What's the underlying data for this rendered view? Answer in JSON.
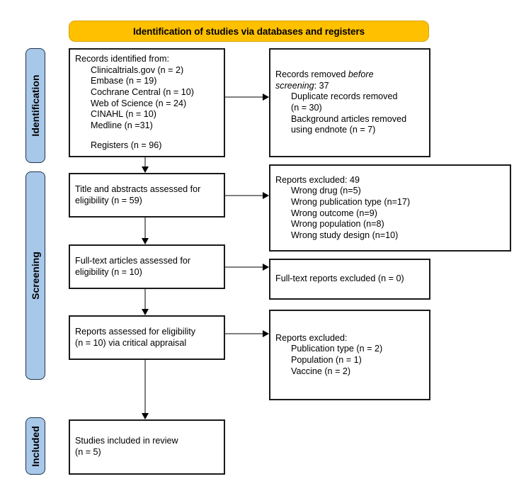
{
  "diagram": {
    "title": "Identification of studies via databases and registers",
    "stages": [
      {
        "key": "identification",
        "label": "Identification"
      },
      {
        "key": "screening",
        "label": "Screening"
      },
      {
        "key": "included",
        "label": "Included"
      }
    ],
    "colors": {
      "banner_fill": "#ffc000",
      "banner_border": "#d9a400",
      "stage_fill": "#a8c8ea",
      "stage_border": "#1f3448",
      "box_border": "#1a1a1a",
      "arrow_shaft": "#808080",
      "arrow_head": "#000000",
      "text": "#000000"
    },
    "boxes": {
      "records_identified": {
        "name": "records-identified-box",
        "heading": "Records identified from:",
        "items": [
          "Clinicaltrials.gov (n = 2)",
          "Embase (n = 19)",
          "Cochrane Central (n = 10)",
          "Web of Science (n = 24)",
          "CINAHL (n = 10)",
          "Medline (n =31)"
        ],
        "footer": "Registers (n = 96)"
      },
      "records_removed": {
        "name": "records-removed-box",
        "heading_pre": "Records removed ",
        "heading_italic_1": "before",
        "heading_italic_2": "screening",
        "heading_post": ": 37",
        "items": [
          "Duplicate records removed",
          "(n = 30)",
          "Background articles removed",
          "using endnote (n = 7)"
        ]
      },
      "title_abstracts": {
        "name": "title-abstracts-box",
        "lines": [
          "Title and abstracts assessed for",
          "eligibility (n = 59)"
        ]
      },
      "reports_excluded_screening": {
        "name": "reports-excluded-screening-box",
        "heading": "Reports excluded: 49",
        "items": [
          "Wrong drug (n=5)",
          "Wrong publication type (n=17)",
          "Wrong outcome (n=9)",
          "Wrong population (n=8)",
          "Wrong study design (n=10)"
        ]
      },
      "fulltext_assessed": {
        "name": "fulltext-assessed-box",
        "lines": [
          "Full-text articles assessed for",
          "eligibility (n = 10)"
        ]
      },
      "fulltext_excluded": {
        "name": "fulltext-excluded-box",
        "lines": [
          "Full-text reports excluded (n = 0)"
        ]
      },
      "reports_assessed": {
        "name": "reports-assessed-box",
        "lines": [
          "Reports assessed for eligibility",
          "(n = 10) via critical appraisal"
        ]
      },
      "reports_excluded_appraisal": {
        "name": "reports-excluded-appraisal-box",
        "heading": "Reports excluded:",
        "items": [
          "Publication type (n = 2)",
          "Population (n = 1)",
          "Vaccine (n = 2)"
        ]
      },
      "studies_included": {
        "name": "studies-included-box",
        "lines": [
          "Studies included in review",
          "(n = 5)"
        ]
      }
    }
  }
}
